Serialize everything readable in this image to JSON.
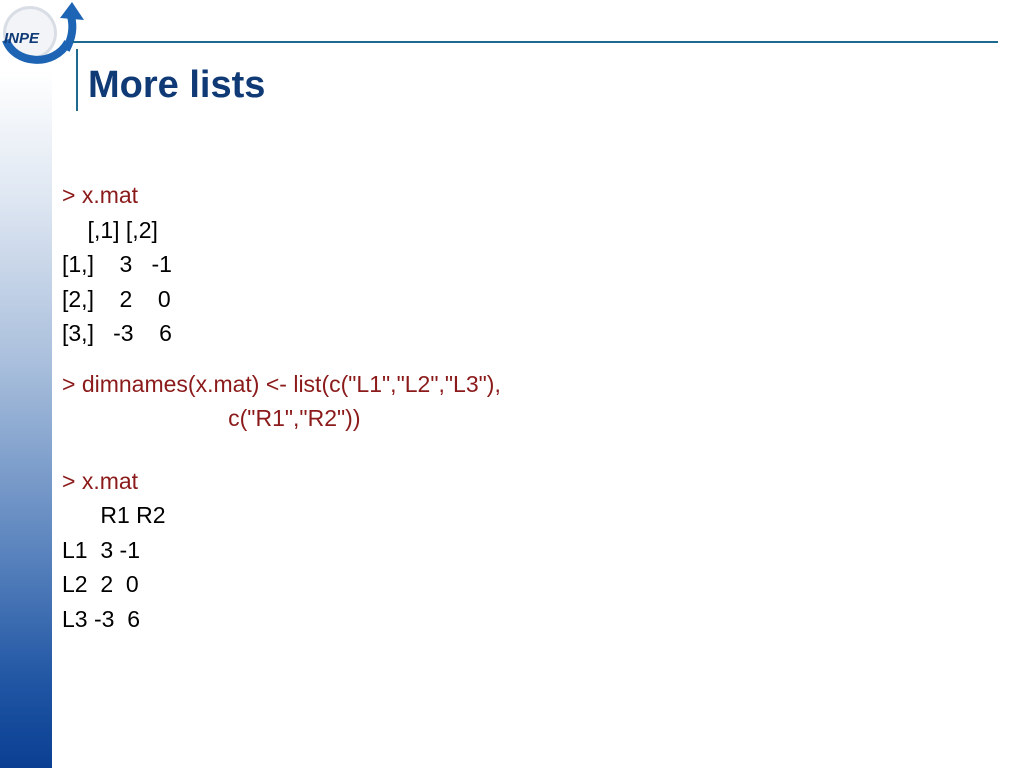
{
  "logo": {
    "text": "INPE",
    "icon": "inpe-logo-icon"
  },
  "slide": {
    "title": "More lists"
  },
  "block1": {
    "command": "> x.mat",
    "output": [
      "    [,1] [,2]",
      "[1,]    3   -1",
      "[2,]    2    0",
      "[3,]   -3    6"
    ]
  },
  "block2": {
    "command_line1": "> dimnames(x.mat) <- list(c(\"L1\",\"L2\",\"L3\"),",
    "command_line2": "                          c(\"R1\",\"R2\"))"
  },
  "block3": {
    "command": "> x.mat",
    "output": [
      "      R1 R2",
      "L1  3 -1",
      "L2  2  0",
      "L3 -3  6"
    ]
  },
  "colors": {
    "title": "#0f3a76",
    "command": "#8b1a1a",
    "rule": "#1e6a8f",
    "sidebar_bottom": "#0a3f92"
  }
}
